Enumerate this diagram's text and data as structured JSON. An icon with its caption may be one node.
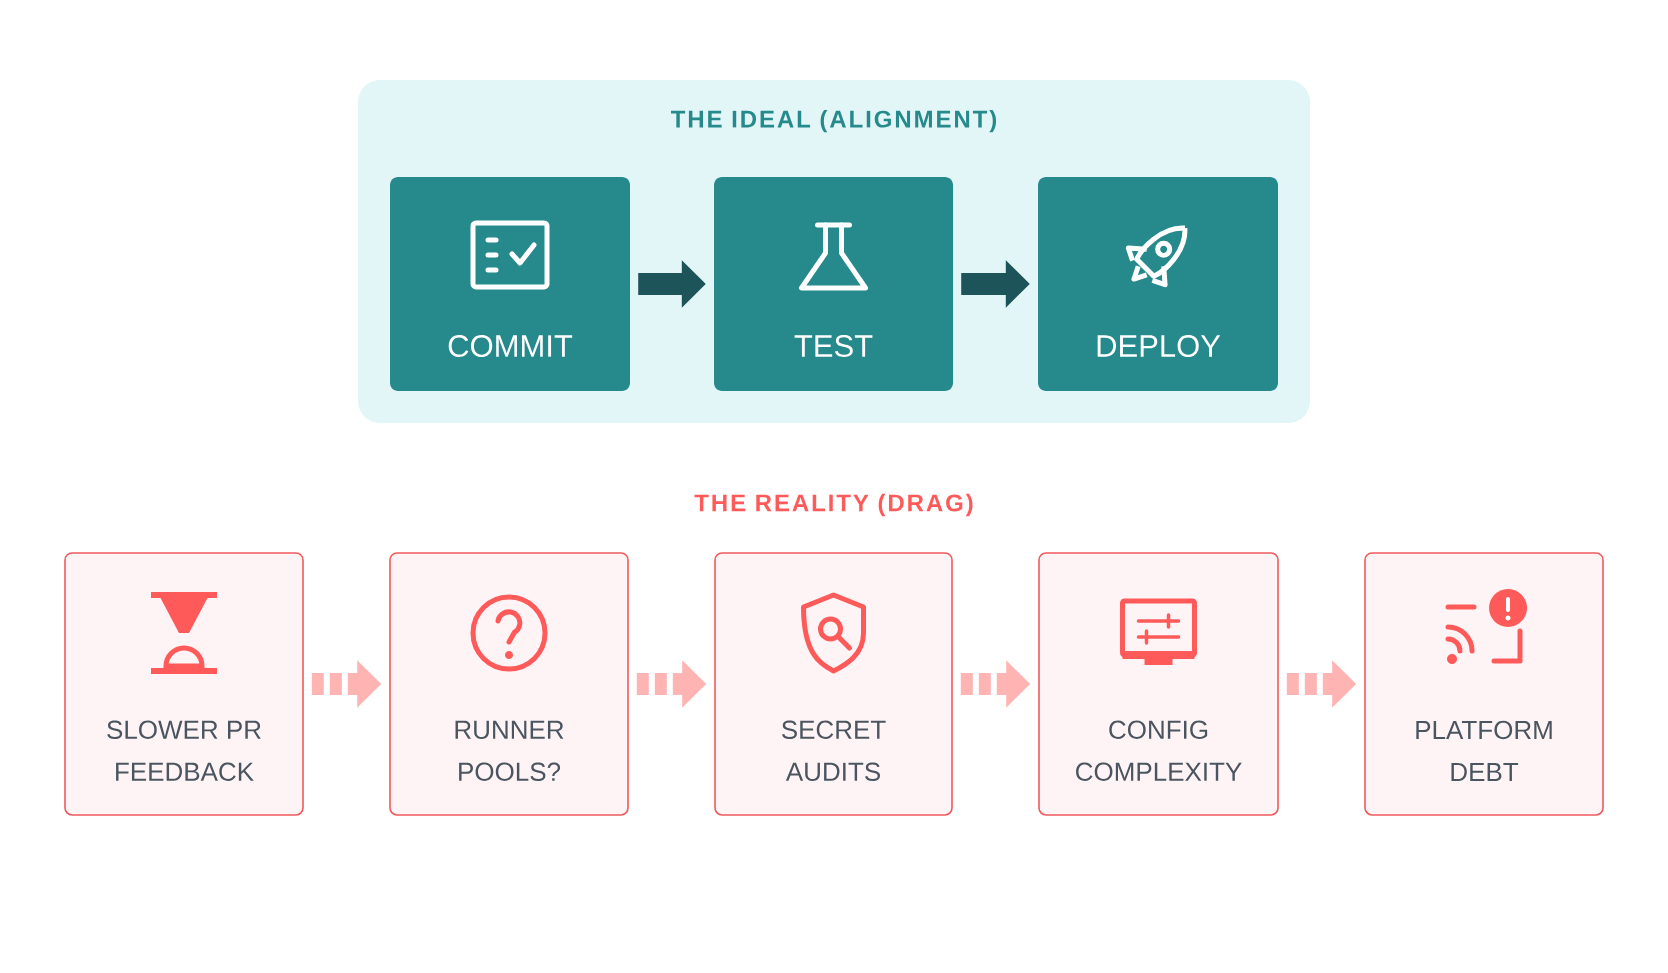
{
  "diagram": {
    "nodes": [
      {
        "text": [
          "THE IDEAL (ALIGNMENT)"
        ]
      },
      {
        "text": [
          "COMMIT"
        ],
        "in": 0
      },
      {
        "text": [
          "TEST"
        ],
        "in": 0
      },
      {
        "text": [
          "DEPLOY"
        ],
        "in": 0
      },
      {
        "text": [
          "SLOWER PR FEEDBACK"
        ]
      },
      {
        "text": [
          "RUNNER POOLS?"
        ]
      },
      {
        "text": [
          "SECRET AUDITS"
        ]
      },
      {
        "text": [
          "CONFIG COMPLEXITY"
        ]
      },
      {
        "text": [
          "PLATFORM DEBT"
        ]
      }
    ],
    "edges": [
      {
        "from": 1,
        "to": 2,
        "arrow": "to",
        "color": "#1d4a50"
      },
      {
        "from": 2,
        "to": 3,
        "arrow": "to",
        "color": "#1d4a50"
      },
      {
        "from": 4,
        "to": 5,
        "arrow": "to",
        "style": "dashed"
      },
      {
        "from": 5,
        "to": 6,
        "arrow": "to",
        "style": "dashed"
      },
      {
        "from": 6,
        "to": 7,
        "arrow": "to",
        "style": "dashed"
      },
      {
        "from": 7,
        "to": 8,
        "arrow": "to",
        "style": "dashed"
      }
    ],
    "labels": [
      "THE REALITY (DRAG)"
    ]
  }
}
